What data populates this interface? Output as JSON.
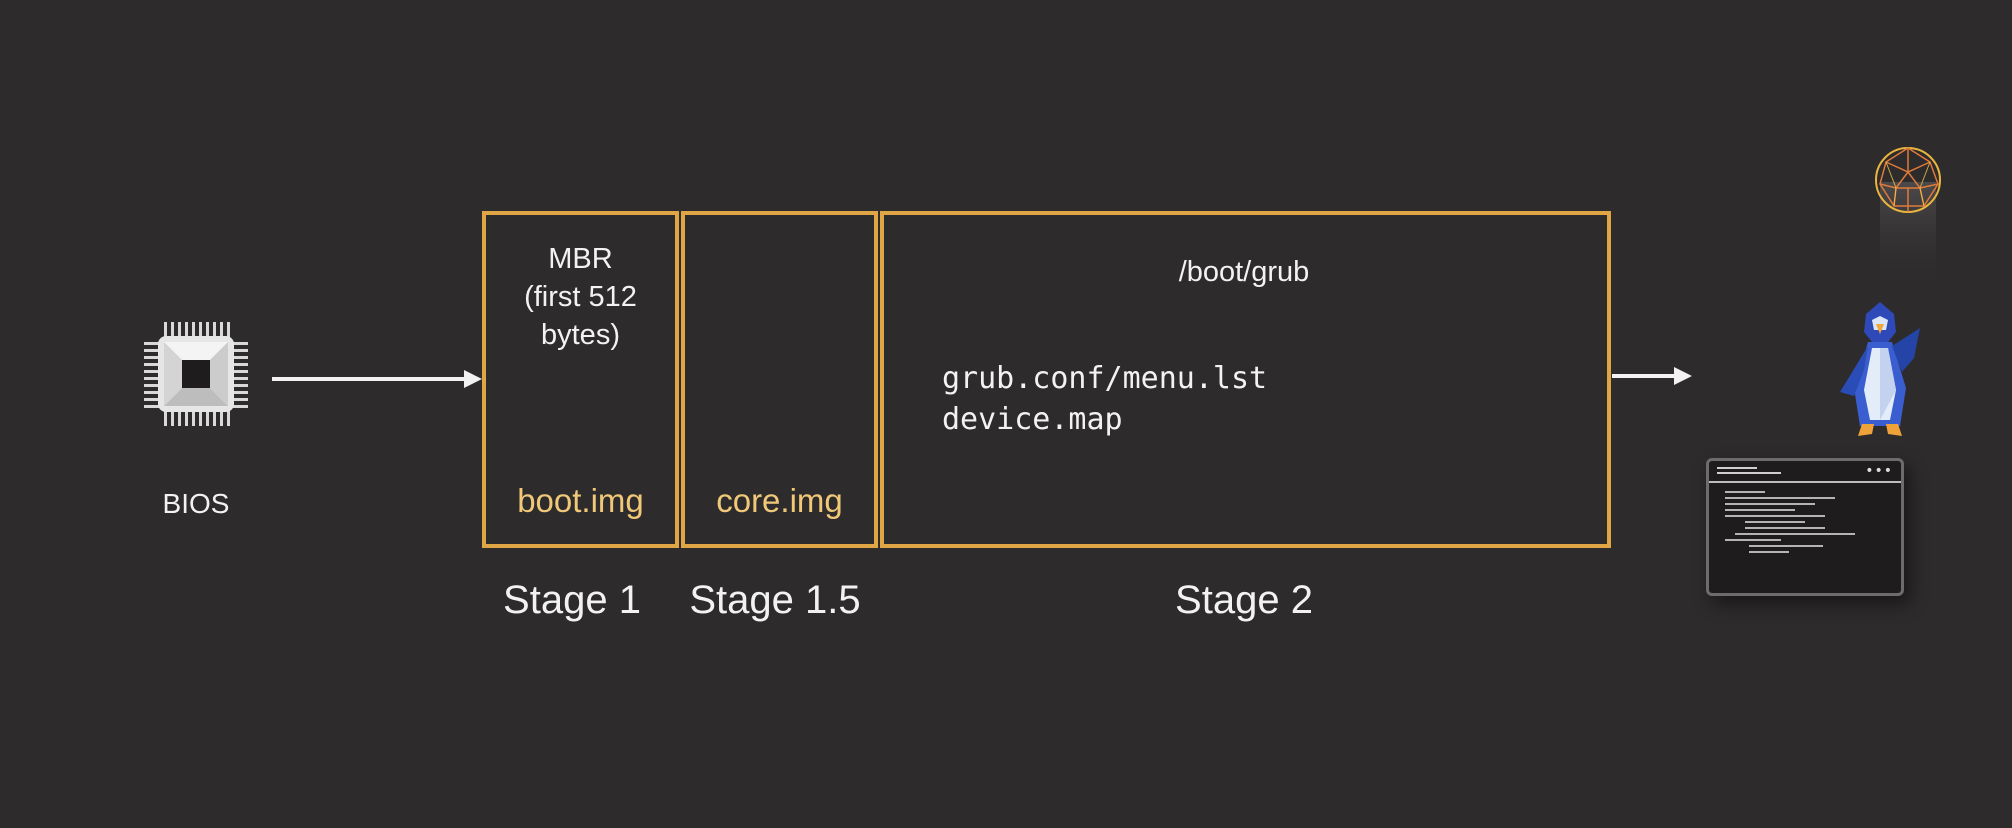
{
  "bios": {
    "label": "BIOS",
    "icon": "cpu-chip-icon"
  },
  "stage1": {
    "mbr_lines": [
      "MBR",
      "(first 512",
      "bytes)"
    ],
    "image": "boot.img",
    "label": "Stage 1"
  },
  "stage1_5": {
    "image": "core.img",
    "label": "Stage 1.5"
  },
  "stage2": {
    "path": "/boot/grub",
    "files": [
      "grub.conf/menu.lst",
      "device.map"
    ],
    "label": "Stage 2"
  },
  "kernel": {
    "icons": [
      "globe-icon",
      "linux-penguin-icon",
      "terminal-window-icon"
    ]
  },
  "colors": {
    "background": "#2d2b2c",
    "box_border": "#e0a645",
    "image_label": "#f0c878",
    "text": "#f2f2f2"
  }
}
